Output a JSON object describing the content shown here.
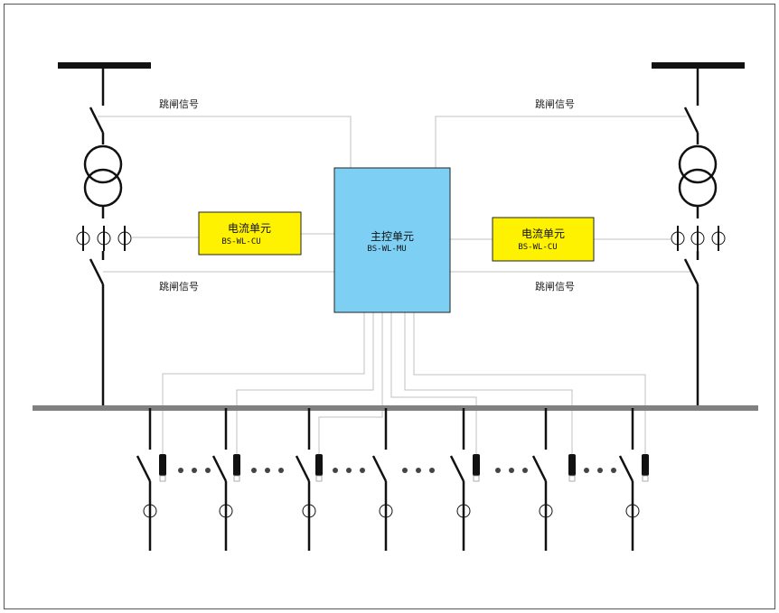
{
  "labels": {
    "trip_top_left": "跳闸信号",
    "trip_top_right": "跳闸信号",
    "trip_mid_left": "跳闸信号",
    "trip_mid_right": "跳闸信号"
  },
  "main_unit": {
    "title": "主控单元",
    "code": "BS-WL-MU"
  },
  "cu_left": {
    "title": "电流单元",
    "code": "BS-WL-CU"
  },
  "cu_right": {
    "title": "电流单元",
    "code": "BS-WL-CU"
  },
  "colors": {
    "main_unit_fill": "#7dd0f4",
    "current_unit_fill": "#fff200",
    "busbar": "#808080",
    "wire": "#c0c0c0",
    "line": "#111111"
  }
}
